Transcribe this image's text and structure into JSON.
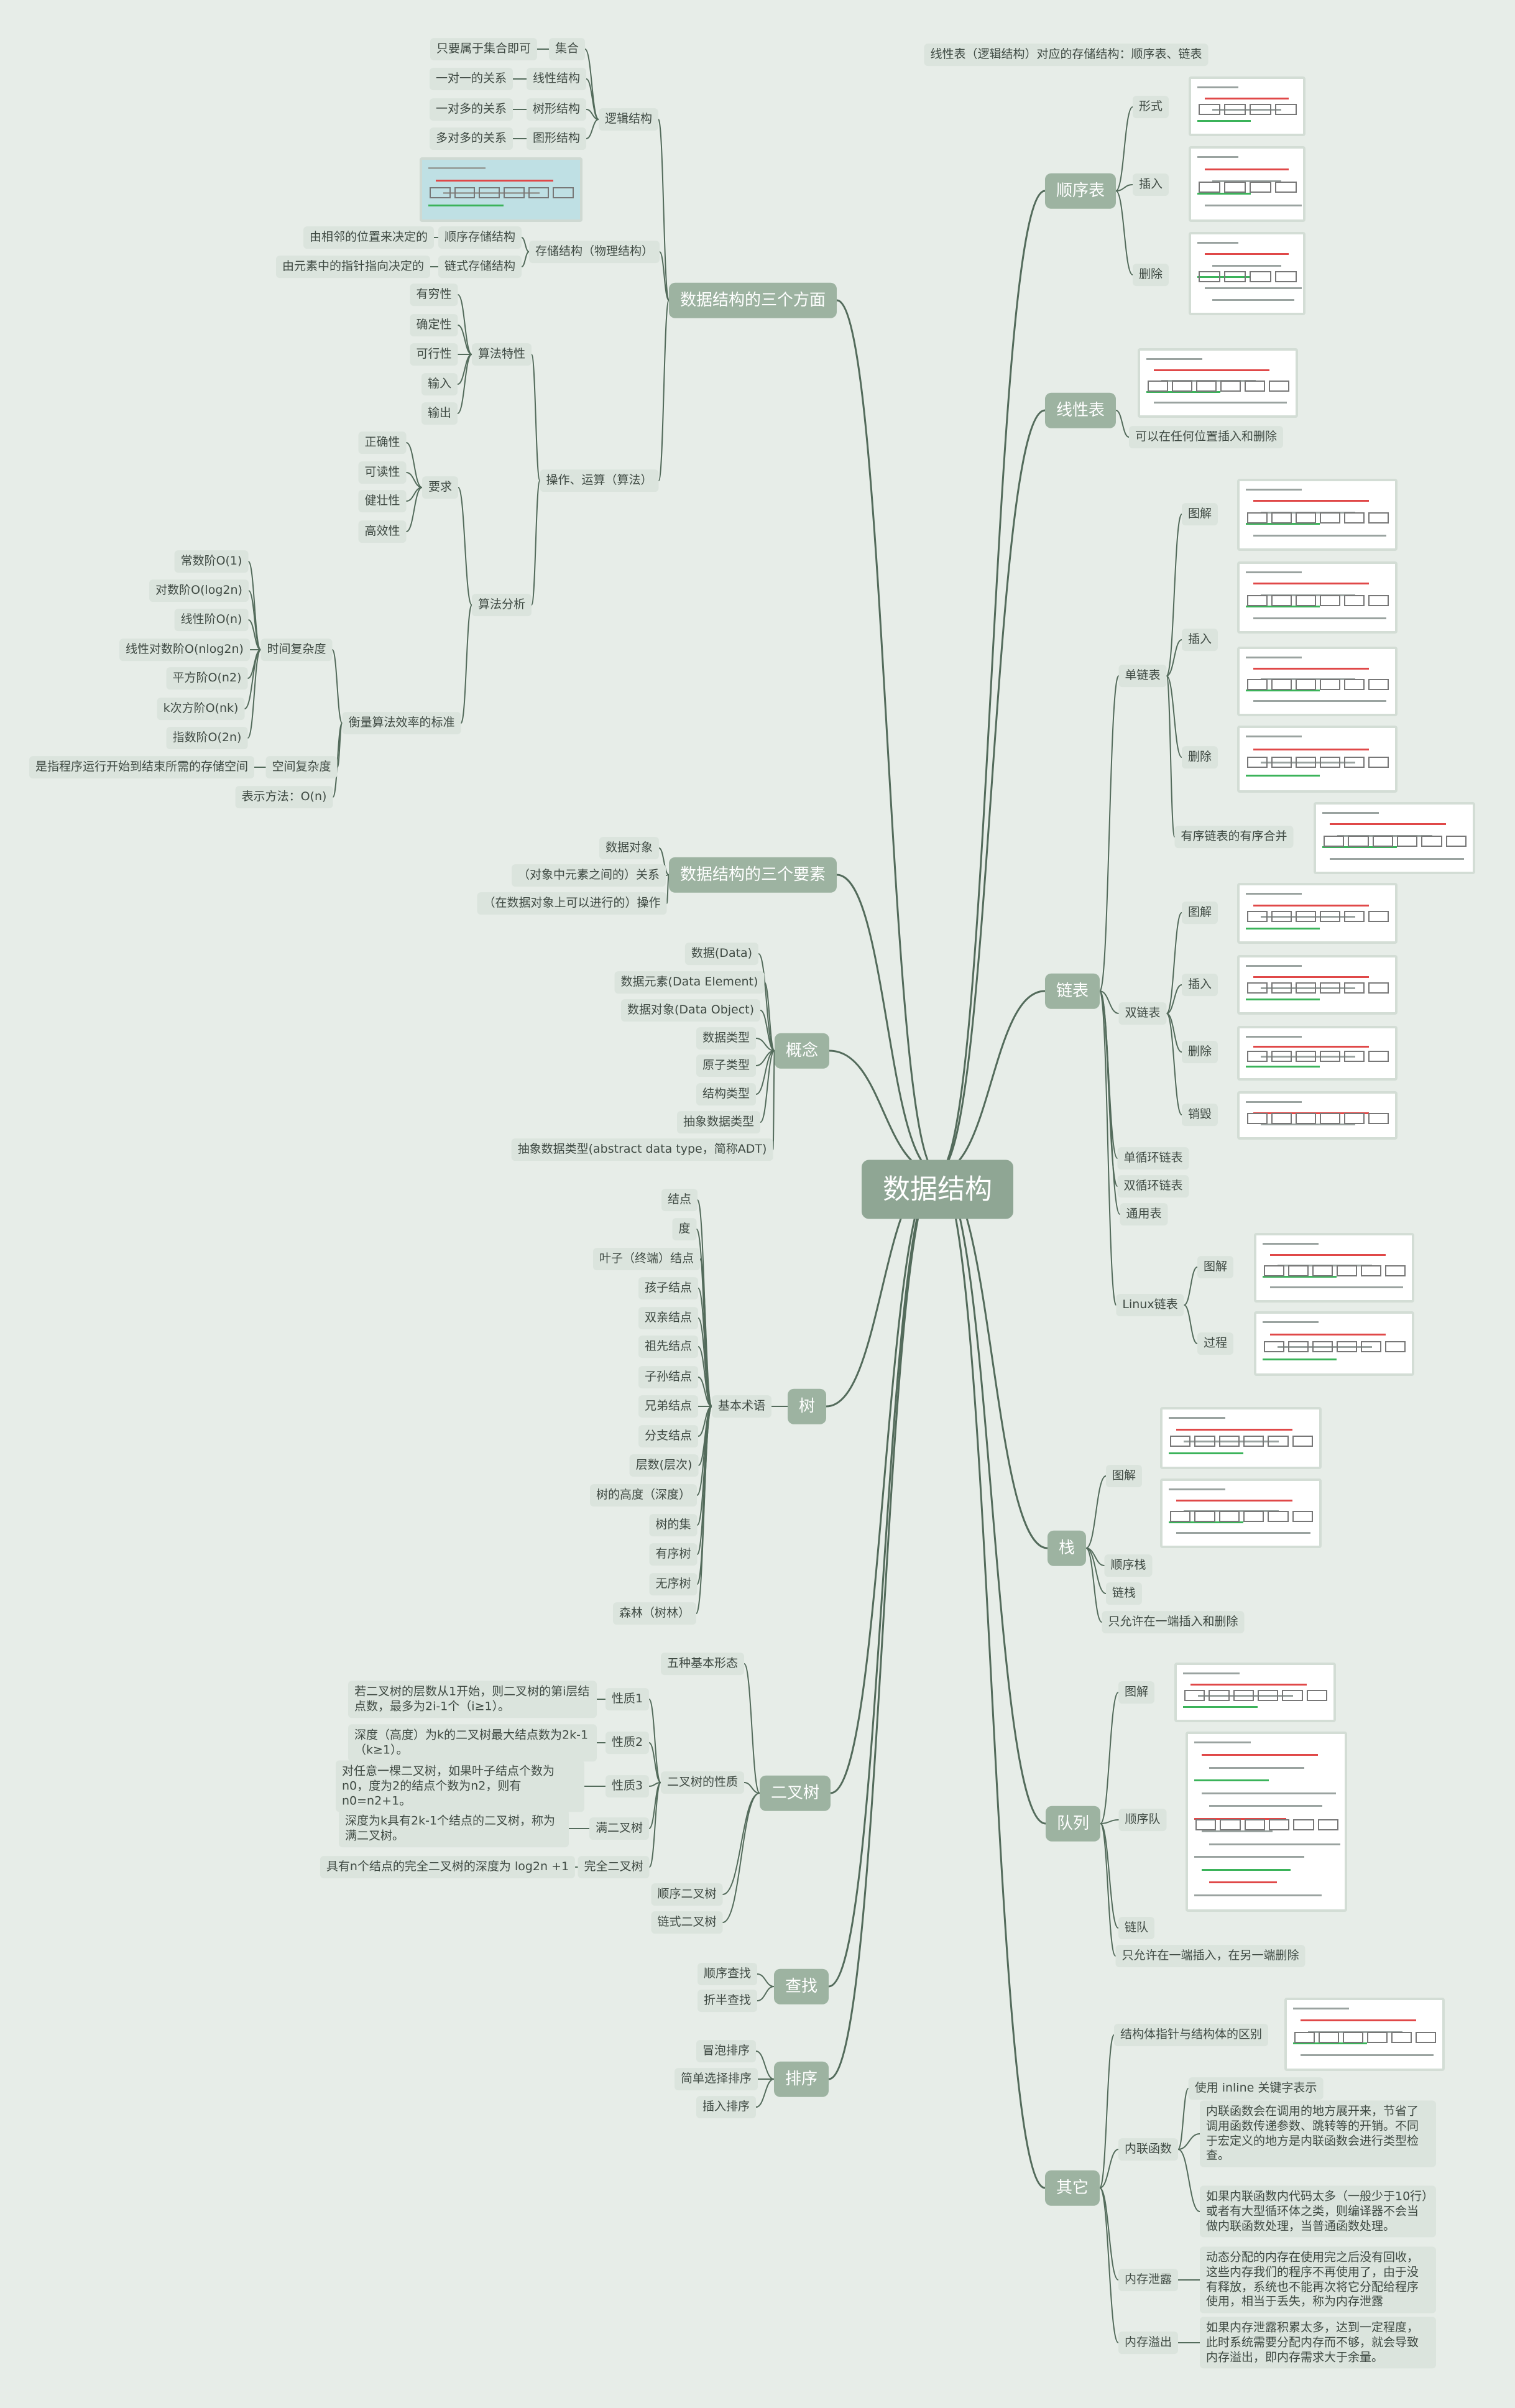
{
  "root": "数据结构",
  "top_note": "线性表（逻辑结构）对应的存储结构：顺序表、链表",
  "left": {
    "three_aspects": {
      "label": "数据结构的三个方面",
      "logical": {
        "label": "逻辑结构",
        "items": [
          {
            "name": "集合",
            "desc": "只要属于集合即可"
          },
          {
            "name": "线性结构",
            "desc": "一对一的关系"
          },
          {
            "name": "树形结构",
            "desc": "一对多的关系"
          },
          {
            "name": "图形结构",
            "desc": "多对多的关系"
          }
        ]
      },
      "storage": {
        "label": "存储结构（物理结构）",
        "items": [
          {
            "name": "顺序存储结构",
            "desc": "由相邻的位置来决定的"
          },
          {
            "name": "链式存储结构",
            "desc": "由元素中的指针指向决定的"
          }
        ]
      },
      "ops": {
        "label": "操作、运算（算法）",
        "features": {
          "label": "算法特性",
          "items": [
            "有穷性",
            "确定性",
            "可行性",
            "输入",
            "输出"
          ]
        },
        "analysis": {
          "label": "算法分析",
          "req": {
            "label": "要求",
            "items": [
              "正确性",
              "可读性",
              "健壮性",
              "高效性"
            ]
          },
          "measure": {
            "label": "衡量算法效率的标准",
            "time": {
              "label": "时间复杂度",
              "items": [
                "常数阶O(1)",
                "对数阶O(log2n)",
                "线性阶O(n)",
                "线性对数阶O(nlog2n)",
                "平方阶O(n2)",
                "k次方阶O(nk)",
                "指数阶O(2n)"
              ]
            },
            "space": {
              "label": "空间复杂度",
              "desc": "是指程序运行开始到结束所需的存储空间"
            },
            "notation": "表示方法：O(n)"
          }
        }
      }
    },
    "three_elements": {
      "label": "数据结构的三个要素",
      "items": [
        "数据对象",
        "（对象中元素之间的）关系",
        "（在数据对象上可以进行的）操作"
      ]
    },
    "concepts": {
      "label": "概念",
      "items": [
        "数据(Data)",
        "数据元素(Data Element)",
        "数据对象(Data Object)",
        "数据类型",
        "原子类型",
        "结构类型",
        "抽象数据类型",
        "抽象数据类型(abstract data type，简称ADT)"
      ]
    },
    "tree": {
      "label": "树",
      "terms": {
        "label": "基本术语",
        "items": [
          "结点",
          "度",
          "叶子（终端）结点",
          "孩子结点",
          "双亲结点",
          "祖先结点",
          "子孙结点",
          "兄弟结点",
          "分支结点",
          "层数(层次)",
          "树的高度（深度）",
          "树的集",
          "有序树",
          "无序树",
          "森林（树林）"
        ]
      }
    },
    "binary_tree": {
      "label": "二叉树",
      "forms": "五种基本形态",
      "props": {
        "label": "二叉树的性质",
        "items": [
          {
            "name": "性质1",
            "desc": "若二叉树的层数从1开始，则二叉树的第i层结点数，最多为2i-1个（i≥1）。"
          },
          {
            "name": "性质2",
            "desc": "深度（高度）为k的二叉树最大结点数为2k-1（k≥1）。"
          },
          {
            "name": "性质3",
            "desc": "对任意一棵二叉树，如果叶子结点个数为n0，度为2的结点个数为n2，则有n0=n2+1。"
          },
          {
            "name": "满二叉树",
            "desc": "深度为k具有2k-1个结点的二叉树，称为满二叉树。"
          },
          {
            "name": "完全二叉树",
            "desc": "具有n个结点的完全二叉树的深度为 log2n +1"
          }
        ]
      },
      "seq": "顺序二叉树",
      "linked": "链式二叉树"
    },
    "search": {
      "label": "查找",
      "items": [
        "顺序查找",
        "折半查找"
      ]
    },
    "sort": {
      "label": "排序",
      "items": [
        "冒泡排序",
        "简单选择排序",
        "插入排序"
      ]
    }
  },
  "right": {
    "seqlist": {
      "label": "顺序表",
      "items": [
        "形式",
        "插入",
        "删除"
      ]
    },
    "linear": {
      "label": "线性表",
      "note": "可以在任何位置插入和删除"
    },
    "linked": {
      "label": "链表",
      "single": {
        "label": "单链表",
        "items": [
          "图解",
          "插入",
          "删除",
          "有序链表的有序合并"
        ]
      },
      "double": {
        "label": "双链表",
        "items": [
          "图解",
          "插入",
          "删除",
          "销毁"
        ]
      },
      "others": [
        "单循环链表",
        "双循环链表",
        "通用表"
      ],
      "linux": {
        "label": "Linux链表",
        "items": [
          "图解",
          "过程"
        ]
      }
    },
    "stack": {
      "label": "栈",
      "items": [
        "图解",
        "顺序栈",
        "链栈",
        "只允许在一端插入和删除"
      ]
    },
    "queue": {
      "label": "队列",
      "items": [
        "图解",
        "顺序队",
        "链队",
        "只允许在一端插入，在另一端删除"
      ]
    },
    "misc": {
      "label": "其它",
      "struct_ptr": "结构体指针与结构体的区别",
      "inline": {
        "label": "内联函数",
        "items": [
          "使用 inline 关键字表示",
          "内联函数会在调用的地方展开来，节省了调用函数传递参数、跳转等的开销。不同于宏定义的地方是内联函数会进行类型检查。",
          "如果内联函数内代码太多（一般少于10行）或者有大型循环体之类，则编译器不会当做内联函数处理，当普通函数处理。"
        ]
      },
      "leak": {
        "label": "内存泄露",
        "desc": "动态分配的内存在使用完之后没有回收，这些内存我们的程序不再使用了，由于没有释放，系统也不能再次将它分配给程序使用，相当于丢失，称为内存泄露"
      },
      "overflow": {
        "label": "内存溢出",
        "desc": "如果内存泄露积累太多，达到一定程度，此时系统需要分配内存而不够，就会导致内存溢出，即内存需求大于余量。"
      }
    }
  },
  "colors": {
    "background": "#e7ede8",
    "edge": "#536b5b",
    "main_node": "#9db3a1",
    "root_node": "#8fa694",
    "leaf_node": "#dbe4dd"
  }
}
